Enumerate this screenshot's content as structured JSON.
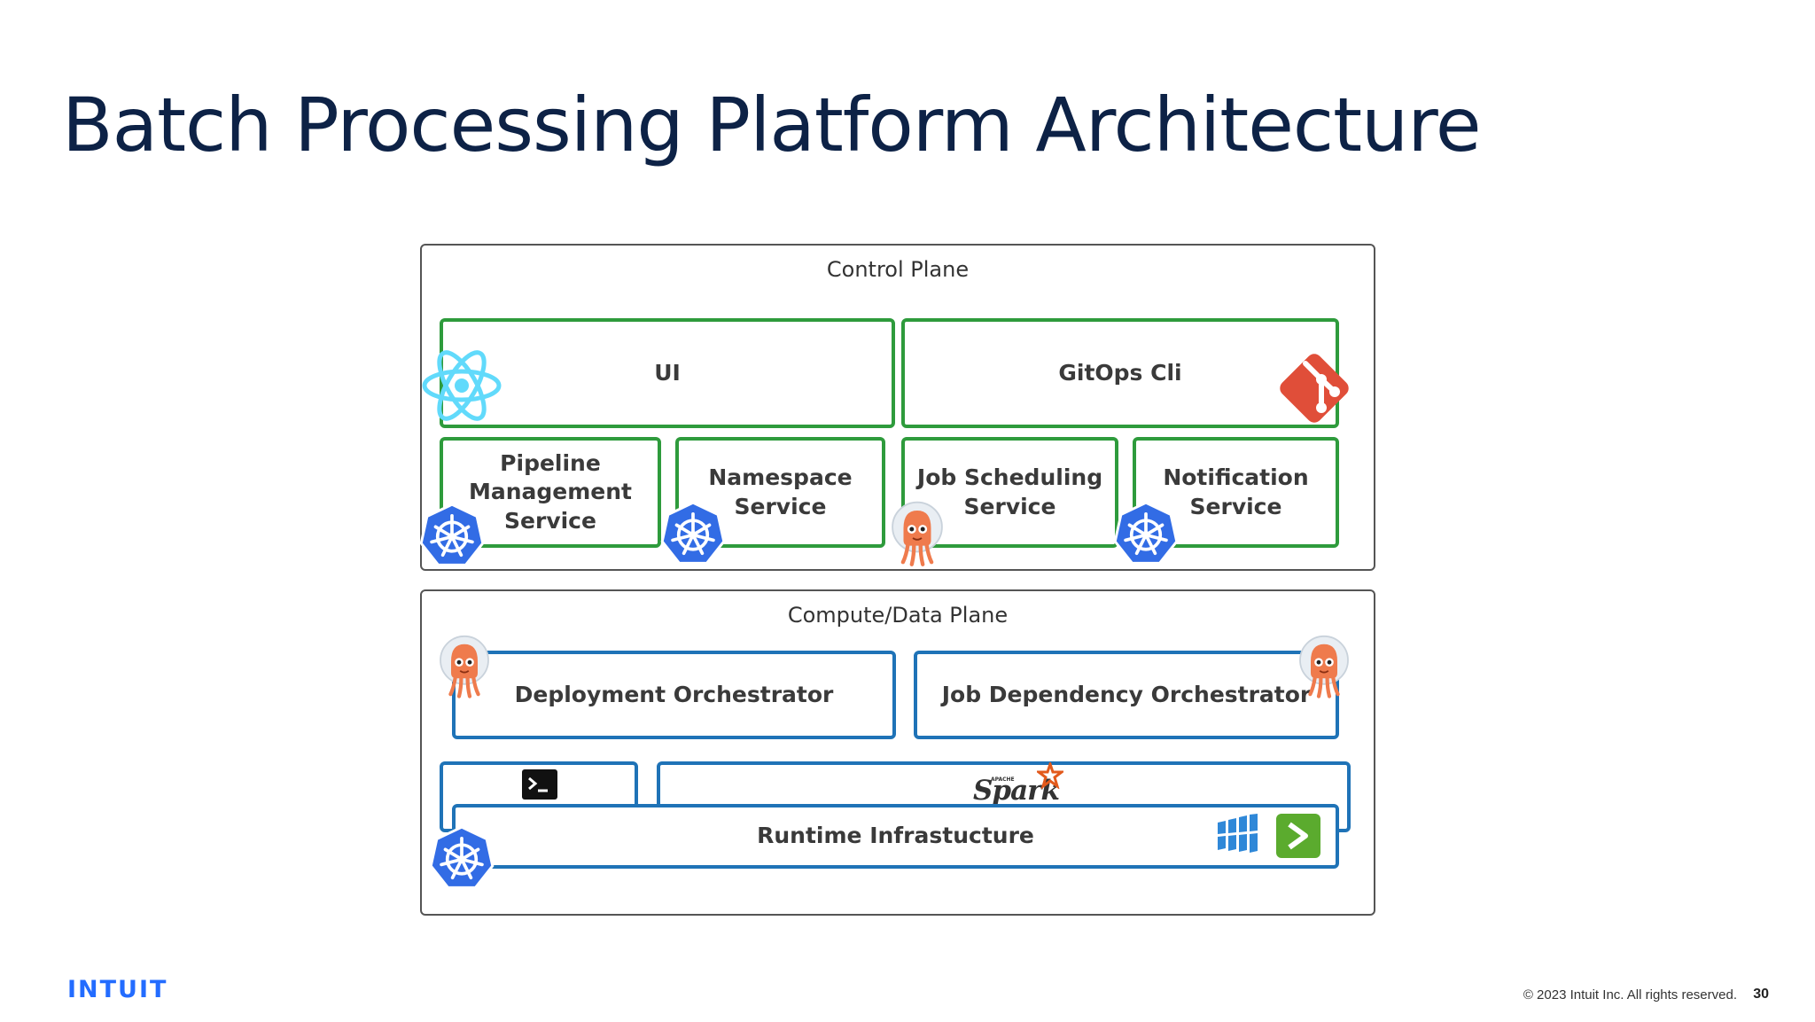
{
  "slide": {
    "title": "Batch Processing Platform Architecture",
    "page_number": "30",
    "copyright": "© 2023 Intuit Inc. All rights reserved.",
    "brand": "INTUIT"
  },
  "control_plane": {
    "title": "Control Plane",
    "ui": "UI",
    "gitops_cli": "GitOps Cli",
    "pipeline_line1": "Pipeline",
    "pipeline_line2": "Management",
    "pipeline_line3": "Service",
    "namespace_line1": "Namespace",
    "namespace_line2": "Service",
    "jobsched_line1": "Job Scheduling",
    "jobsched_line2": "Service",
    "notification_line1": "Notification",
    "notification_line2": "Service"
  },
  "compute_plane": {
    "title": "Compute/Data Plane",
    "deployment": "Deployment Orchestrator",
    "job_dependency": "Job Dependency Orchestrator",
    "runtime": "Runtime Infrastucture",
    "spark_logo": "Spark",
    "spark_apache": "APACHE"
  },
  "icons": [
    "react-icon",
    "git-icon",
    "kubernetes-icon",
    "argo-icon",
    "terminal-icon",
    "spark-icon",
    "aws-icon",
    "shell-icon"
  ],
  "colors": {
    "title": "#0d2246",
    "green_border": "#2e9b3c",
    "blue_border": "#1f73b7",
    "kubernetes": "#326ce5",
    "git": "#e04e39",
    "react": "#61dafb",
    "argo": "#ef7b4d",
    "brand": "#236cff"
  }
}
